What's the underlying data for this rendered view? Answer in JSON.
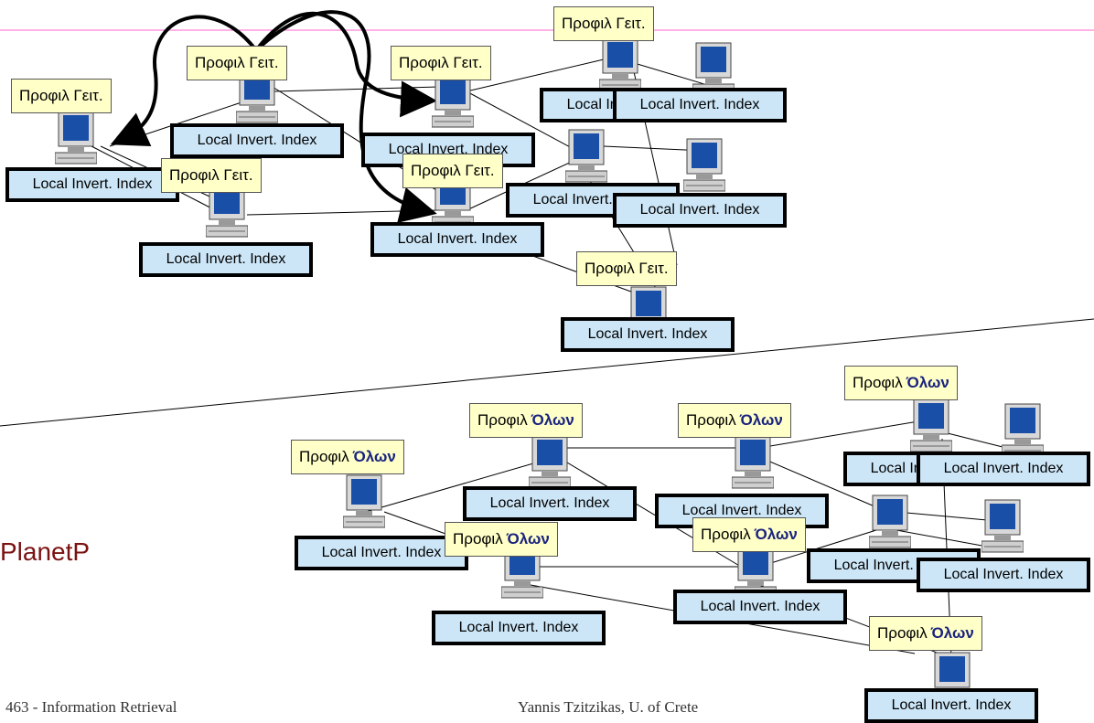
{
  "slide": {
    "footer_left": "463 - Information Retrieval",
    "footer_center": "Yannis Tzitzikas, U. of Crete",
    "side_title": "PlanetP"
  },
  "labels": {
    "index": "Local Invert. Index",
    "neighbor_profile": "Προφιλ Γειτ.",
    "all_profile_prefix": "Προφιλ",
    "all_profile_bold": "Όλων"
  },
  "colors": {
    "index_fill": "#cce6f7",
    "profile_fill": "#ffffc8",
    "title_line": "#ff66cc",
    "planetp": "#7b1212"
  },
  "top_network": {
    "nodes": 10,
    "neighbor_profiles": 7
  },
  "bottom_network": {
    "nodes": 10,
    "all_profiles": 7
  }
}
